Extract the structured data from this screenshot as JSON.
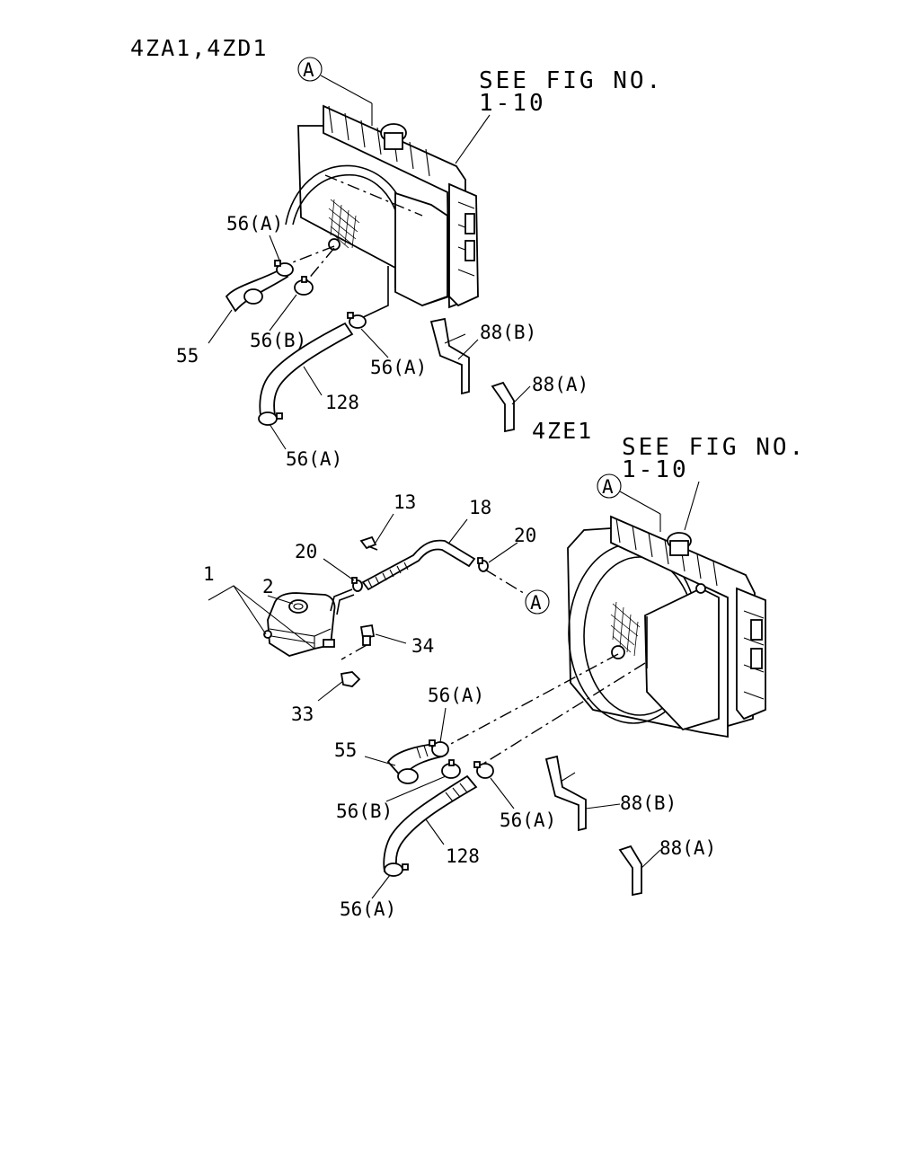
{
  "engine_groups": {
    "upper": "4ZA1,4ZD1",
    "lower": "4ZE1"
  },
  "references": {
    "upper_see_fig": "SEE FIG NO.",
    "upper_fig_no": "1-10",
    "lower_see_fig": "SEE FIG NO.",
    "lower_fig_no": "1-10",
    "marker": "A"
  },
  "upper_callouts": {
    "clamp_56a_top": "56(A)",
    "hose_55": "55",
    "clamp_56b": "56(B)",
    "clamp_56a_mid": "56(A)",
    "hose_128": "128",
    "clamp_56a_bottom": "56(A)",
    "bracket_88b": "88(B)",
    "bracket_88a": "88(A)"
  },
  "lower_callouts": {
    "reserve_tank_1": "1",
    "cap_2": "2",
    "clip_13": "13",
    "hose_18": "18",
    "clip_20_left": "20",
    "clip_20_right": "20",
    "bolt_34": "34",
    "bolt_33": "33",
    "clamp_56a_top": "56(A)",
    "hose_55": "55",
    "clamp_56b": "56(B)",
    "clamp_56a_mid": "56(A)",
    "hose_128": "128",
    "clamp_56a_bottom": "56(A)",
    "bracket_88b": "88(B)",
    "bracket_88a": "88(A)"
  }
}
